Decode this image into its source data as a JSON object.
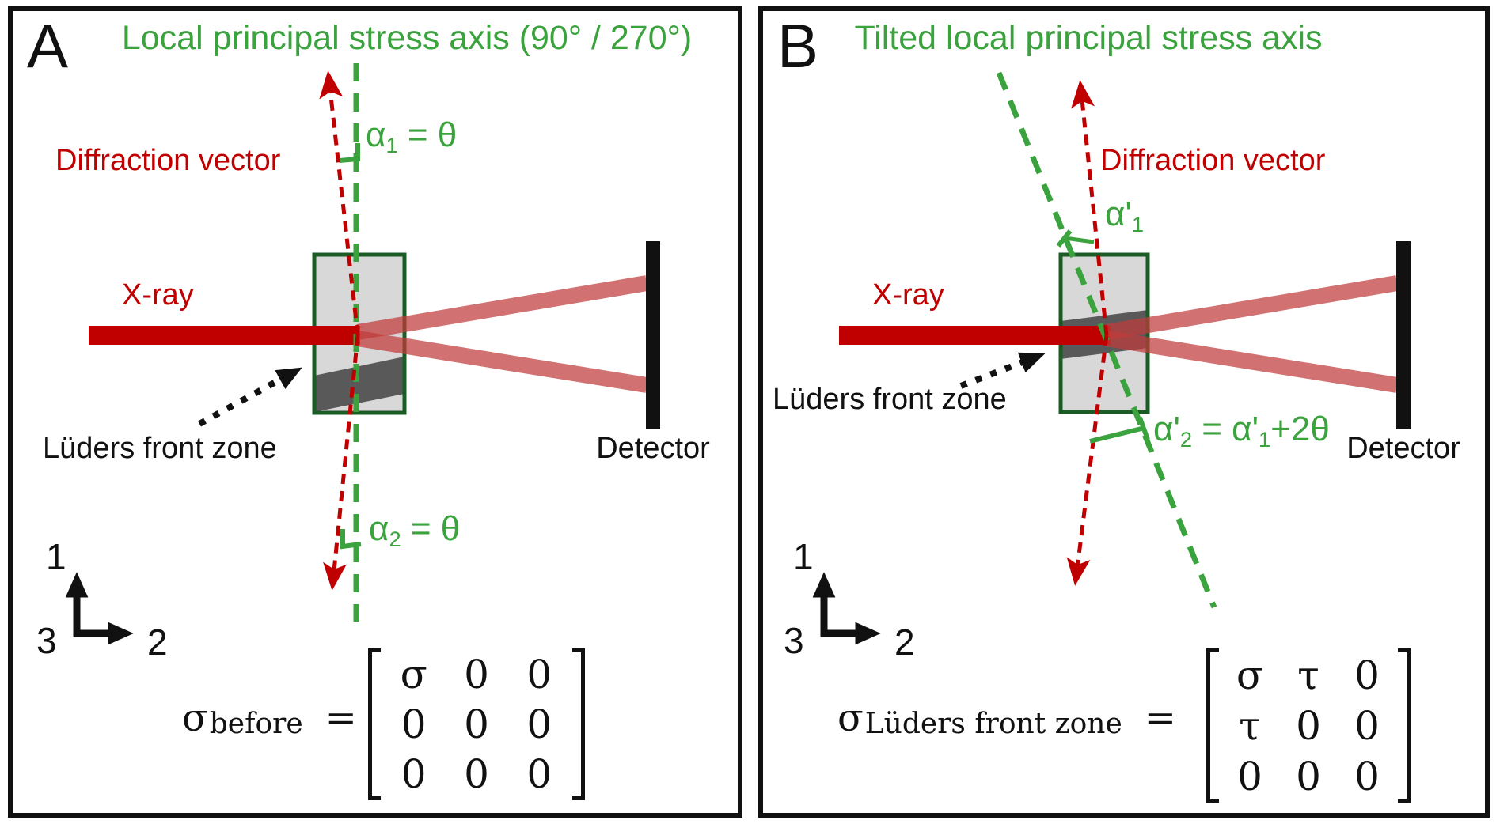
{
  "colors": {
    "green": "#3aa33d",
    "dark_green": "#1a5c24",
    "red": "#c00000",
    "beam_pink": "#c23b3b",
    "band_gray": "#595959",
    "box_fill": "#d8d8d8",
    "ink": "#111111",
    "bg": "#ffffff"
  },
  "panels": [
    {
      "label": "A",
      "title": "Local principal stress axis (90° / 270°)",
      "diffraction_vector": "Diffraction vector",
      "xray": "X-ray",
      "luders": "Lüders front zone",
      "detector": "Detector",
      "angle1": {
        "base": "α",
        "sub": "1",
        "post": " = θ"
      },
      "angle2": {
        "base": "α",
        "sub": "2",
        "post": " = θ"
      },
      "axes": {
        "a1": "1",
        "a2": "2",
        "a3": "3"
      },
      "matrix": {
        "symbol": "σ",
        "subscript": "before",
        "equals": "=",
        "rows": [
          [
            "σ",
            "0",
            "0"
          ],
          [
            "0",
            "0",
            "0"
          ],
          [
            "0",
            "0",
            "0"
          ]
        ]
      }
    },
    {
      "label": "B",
      "title": "Tilted local principal stress axis",
      "diffraction_vector": "Diffraction vector",
      "xray": "X-ray",
      "luders": "Lüders front zone",
      "detector": "Detector",
      "angle1": {
        "base": "α'",
        "sub": "1",
        "post": ""
      },
      "angle2": {
        "base": "α'",
        "sub": "2",
        "post": " = α'",
        "sub2": "1",
        "post2": "+2θ"
      },
      "axes": {
        "a1": "1",
        "a2": "2",
        "a3": "3"
      },
      "matrix": {
        "symbol": "σ",
        "subscript": "Lüders front zone",
        "equals": "=",
        "rows": [
          [
            "σ",
            "τ",
            "0"
          ],
          [
            "τ",
            "0",
            "0"
          ],
          [
            "0",
            "0",
            "0"
          ]
        ]
      }
    }
  ]
}
